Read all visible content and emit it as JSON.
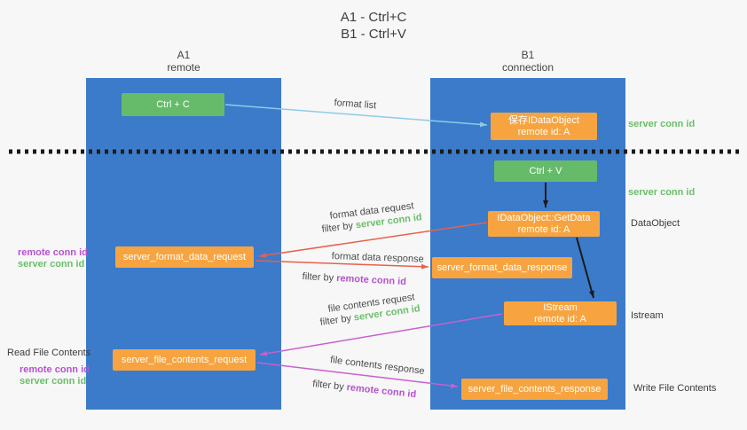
{
  "title": {
    "line1": "A1 - Ctrl+C",
    "line2": "B1 - Ctrl+V"
  },
  "lanes": {
    "left": {
      "name": "A1",
      "subtitle": "remote"
    },
    "right": {
      "name": "B1",
      "subtitle": "connection"
    }
  },
  "nodes": {
    "ctrl_c": {
      "label": "Ctrl + C"
    },
    "save_dataobject": {
      "line1": "保存IDataObject",
      "line2": "remote id: A"
    },
    "ctrl_v": {
      "label": "Ctrl + V"
    },
    "getdata": {
      "line1": "IDataObject::GetData",
      "line2": "remote id: A"
    },
    "format_request": {
      "label": "server_format_data_request"
    },
    "format_response": {
      "label": "server_format_data_response"
    },
    "istream": {
      "line1": "IStream",
      "line2": "remote id: A"
    },
    "file_request": {
      "label": "server_file_contents_request"
    },
    "file_response": {
      "label": "server_file_contents_response"
    }
  },
  "annotations": {
    "right": {
      "server_conn_id_1": "server conn id",
      "server_conn_id_2": "server conn id",
      "dataobject": "DataObject",
      "istream": "Istream",
      "write_file_contents": "Write File Contents"
    },
    "left": {
      "remote_conn_id_1": "remote conn id",
      "server_conn_id_1": "server conn id",
      "read_file_contents": "Read File Contents",
      "remote_conn_id_2": "remote conn id",
      "server_conn_id_2": "server conn id"
    }
  },
  "arrows": {
    "format_list": {
      "label": "format list"
    },
    "format_data_request": {
      "label": "format data request",
      "filter_prefix": "filter by ",
      "filter_key": "server conn id"
    },
    "format_data_response": {
      "label": "format data response",
      "filter_prefix": "filter by ",
      "filter_key": "remote conn id"
    },
    "file_contents_request": {
      "label": "file contents request",
      "filter_prefix": "filter by ",
      "filter_key": "server conn id"
    },
    "file_contents_response": {
      "label": "file contents response",
      "filter_prefix": "filter by ",
      "filter_key": "remote conn id"
    }
  },
  "colors": {
    "lane_blue": "#3b7bca",
    "node_green": "#66bb6a",
    "node_orange": "#f7a440",
    "arrow_blue": "#8ecbe8",
    "arrow_red": "#e8604c",
    "arrow_magenta": "#c95fd0",
    "text_green": "#6abf69",
    "text_purple": "#b553cf"
  }
}
